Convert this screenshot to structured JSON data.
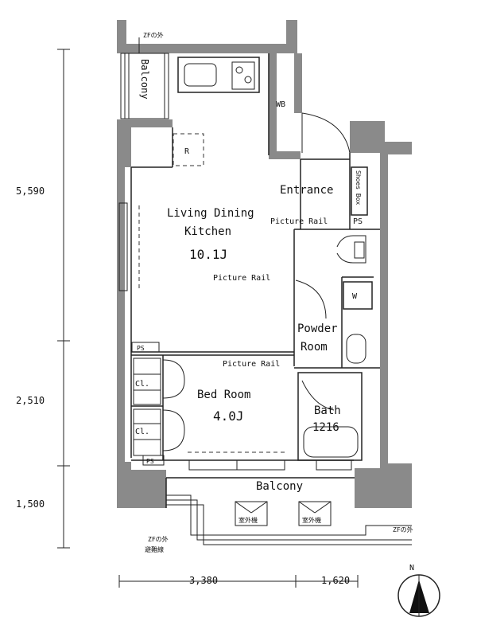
{
  "rooms": {
    "ldk_line1": "Living Dining",
    "ldk_line2": "Kitchen",
    "ldk_area": "10.1J",
    "bedroom_name": "Bed Room",
    "bedroom_area": "4.0J",
    "entrance": "Entrance",
    "powder_line1": "Powder",
    "powder_line2": "Room",
    "bath_line1": "Bath",
    "bath_line2": "1216",
    "balcony_top": "Balcony",
    "balcony_bottom": "Balcony"
  },
  "fixtures": {
    "picture_rail_1": "Picture Rail",
    "picture_rail_2": "Picture Rail",
    "picture_rail_3": "Picture Rail",
    "ps_1": "PS",
    "ps_2": "PS",
    "ps_3": "PS",
    "cl_1": "Cl.",
    "cl_2": "Cl.",
    "wb": "WB",
    "r": "R",
    "w": "W",
    "shoes_box": "Shoes Box",
    "outdoor_unit_1": "室外機",
    "outdoor_unit_2": "室外機"
  },
  "notes": {
    "zf_top": "ZFの外",
    "zf_bottom_left_1": "ZFの外",
    "zf_bottom_left_2": "避難線",
    "zf_bottom_right": "ZFの外"
  },
  "dimensions": {
    "v1": "5,590",
    "v2": "2,510",
    "v3": "1,500",
    "h1": "3,380",
    "h2": "1,620"
  },
  "compass": {
    "north": "N"
  }
}
